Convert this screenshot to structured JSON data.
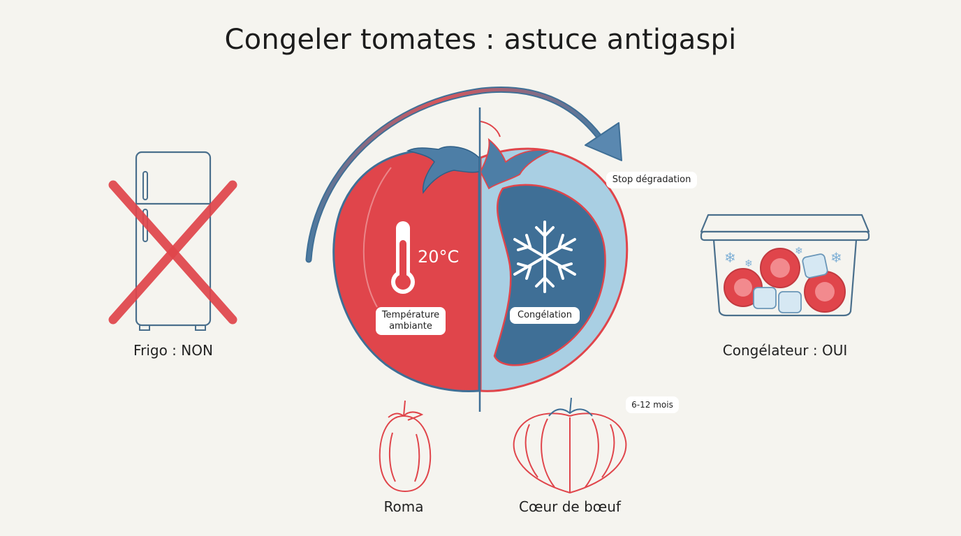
{
  "title": "Congeler tomates : astuce antigaspi",
  "fridge": {
    "label": "Frigo : NON",
    "icon": "fridge-crossed-icon"
  },
  "freezer_box": {
    "label": "Congélateur : OUI",
    "icon": "freezer-container-icon"
  },
  "tomato": {
    "temperature": "20°C",
    "left_caption": "Température ambiante",
    "right_caption": "Congélation",
    "arrow_caption": "Stop dégradation",
    "duration": "6-12 mois"
  },
  "varieties": {
    "roma": "Roma",
    "coeur": "Cœur de bœuf"
  },
  "colors": {
    "red": "#e0454b",
    "blue": "#3e6e95",
    "light_blue": "#a9cfe3",
    "outline": "#4a6f8c",
    "background": "#f5f4ef"
  }
}
